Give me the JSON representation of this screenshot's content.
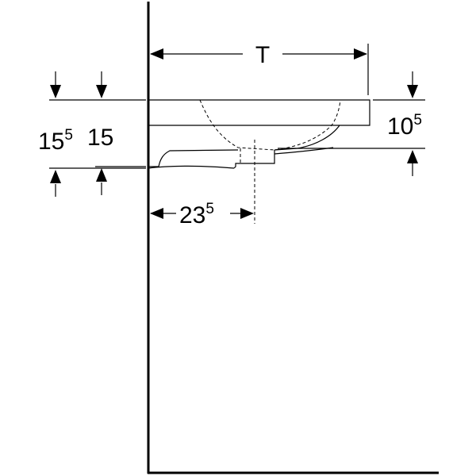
{
  "dimensions": {
    "width_label": "T",
    "basin_height_main": "10",
    "basin_height_sup": "5",
    "outer_height_main": "15",
    "outer_height_sup": "5",
    "inner_height": "15",
    "drain_offset_main": "23",
    "drain_offset_sup": "5"
  }
}
